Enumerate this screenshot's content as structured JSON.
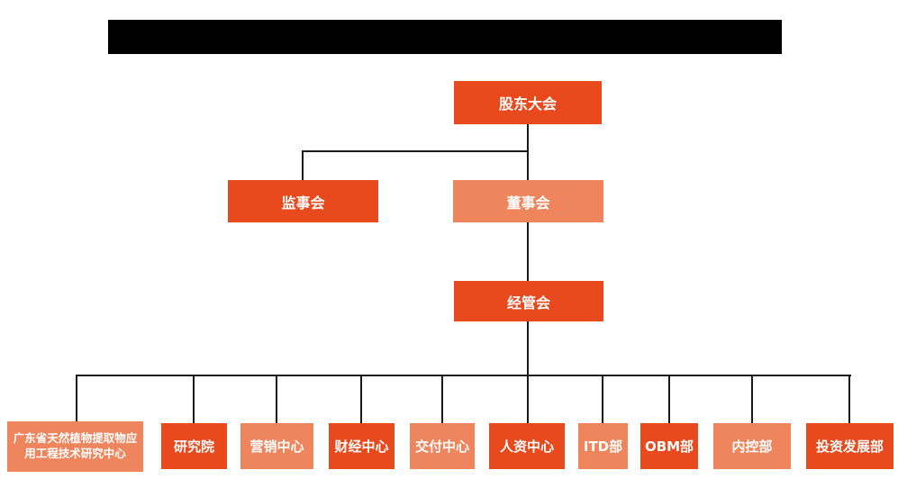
{
  "org_chart": {
    "colors": {
      "primary_box": "#E8491D",
      "secondary_box": "#EF855C",
      "connector_line": "#1a1a1a",
      "redacted_title_bar": "#000000",
      "box_text": "#ffffff"
    },
    "root": {
      "label": "股东大会"
    },
    "level2": [
      {
        "label": "监事会"
      },
      {
        "label": "董事会"
      }
    ],
    "level3": [
      {
        "label": "经管会"
      }
    ],
    "departments": [
      {
        "label": "广东省天然植物提取物应用工程技术研究中心"
      },
      {
        "label": "研究院"
      },
      {
        "label": "营销中心"
      },
      {
        "label": "财经中心"
      },
      {
        "label": "交付中心"
      },
      {
        "label": "人资中心"
      },
      {
        "label": "ITD部"
      },
      {
        "label": "OBM部"
      },
      {
        "label": "内控部"
      },
      {
        "label": "投资发展部"
      }
    ]
  }
}
